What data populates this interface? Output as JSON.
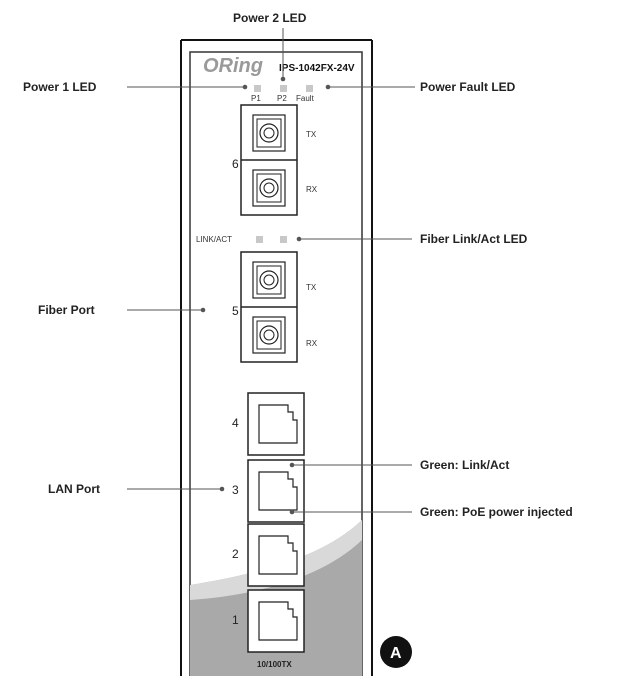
{
  "device": {
    "brand": "ORing",
    "model": "IPS-1042FX-24V",
    "footer_label": "10/100TX",
    "badge": "A"
  },
  "leds": {
    "p1": "P1",
    "p2": "P2",
    "fault": "Fault",
    "link_act": "LINK/ACT"
  },
  "ports": {
    "fiber6": {
      "number": "6",
      "tx": "TX",
      "rx": "RX"
    },
    "fiber5": {
      "number": "5",
      "tx": "TX",
      "rx": "RX"
    },
    "lan": [
      "4",
      "3",
      "2",
      "1"
    ]
  },
  "callouts": {
    "power2": "Power 2 LED",
    "power1": "Power 1 LED",
    "power_fault": "Power Fault  LED",
    "fiber_link": "Fiber Link/Act LED",
    "fiber_port": "Fiber Port",
    "lan_port": "LAN Port",
    "green_link": "Green: Link/Act",
    "green_poe": "Green: PoE power injected"
  }
}
